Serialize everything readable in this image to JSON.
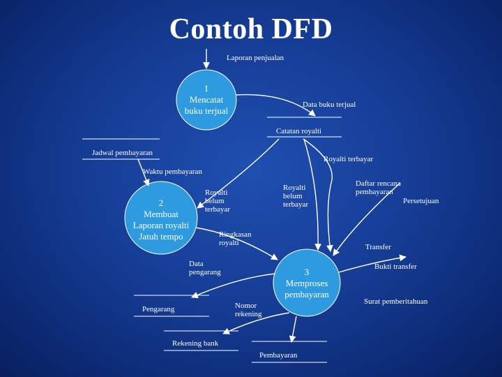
{
  "title": "Contoh DFD",
  "processes": [
    {
      "id": "p1",
      "text": "1\nMencatat\nbuku terjual"
    },
    {
      "id": "p2",
      "text": "2\nMembuat\nLaporan royalti\nJatuh tempo"
    },
    {
      "id": "p3",
      "text": "3\nMemproses\npembayaran"
    }
  ],
  "stores": [
    {
      "id": "s_catatan",
      "text": "Catatan royalti"
    },
    {
      "id": "s_jadwal",
      "text": "Jadwal pembayaran"
    },
    {
      "id": "s_pengarang",
      "text": "Pengarang"
    },
    {
      "id": "s_rekening",
      "text": "Rekening bank"
    },
    {
      "id": "s_pembayaran",
      "text": "Pembayaran"
    }
  ],
  "flows": [
    {
      "id": "f_laporan_penjualan",
      "text": "Laporan penjualan"
    },
    {
      "id": "f_data_buku",
      "text": "Data buku terjual"
    },
    {
      "id": "f_royalti_terbayar",
      "text": "Royalti terbayar"
    },
    {
      "id": "f_waktu",
      "text": "Waktu pembayaran"
    },
    {
      "id": "f_belum1",
      "text": "Royalti\nbelum\nterbayar"
    },
    {
      "id": "f_belum2",
      "text": "Royalti\nbelum\nterbayar"
    },
    {
      "id": "f_daftar",
      "text": "Daftar rencana\npembayaran"
    },
    {
      "id": "f_persetujuan",
      "text": "Persetujuan"
    },
    {
      "id": "f_ringkasan",
      "text": "Ringkasan\nroyalti"
    },
    {
      "id": "f_transfer",
      "text": "Transfer"
    },
    {
      "id": "f_data_pengarang",
      "text": "Data\npengarang"
    },
    {
      "id": "f_bukti",
      "text": "Bukti transfer"
    },
    {
      "id": "f_nomor",
      "text": "Nomor\nrekening"
    },
    {
      "id": "f_surat",
      "text": "Surat pemberitahuan"
    }
  ],
  "colors": {
    "background": "#163d96",
    "process_fill": "#2e9be0",
    "line": "#ffffff"
  }
}
